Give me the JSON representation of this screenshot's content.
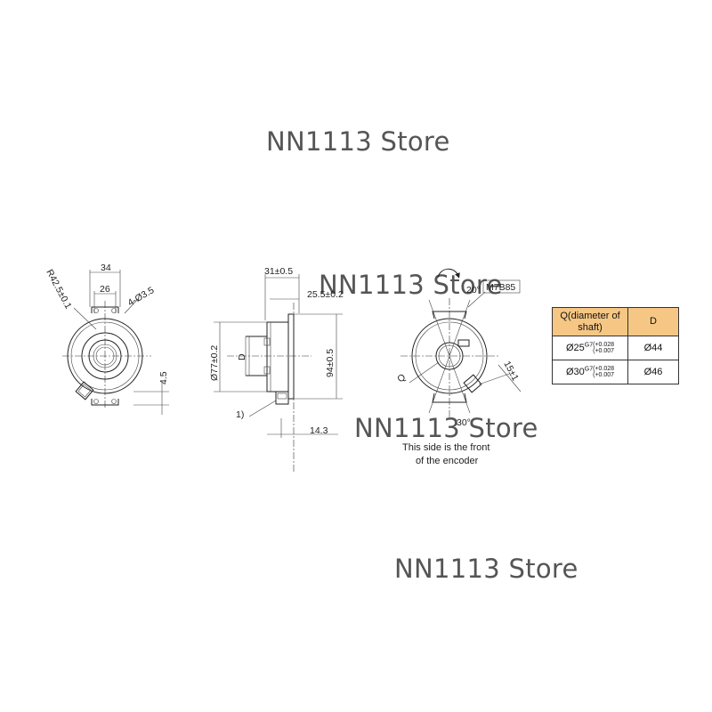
{
  "watermarks": [
    "NN1113 Store",
    "NN1113 Store",
    "NN1113 Store",
    "NN1113 Store"
  ],
  "left_view": {
    "dim_34": "34",
    "dim_26": "26",
    "radius": "R42.5±0.1",
    "holes": "4-Ø3.5",
    "dim_4_5": "4.5"
  },
  "side_view": {
    "dim_31": "31±0.5",
    "dim_25_5": "25.5±0.2",
    "dia_77": "Ø77±0.2",
    "dia_94": "94±0.5",
    "label_d": "D",
    "note_1": "1)",
    "dim_14_3": "14.3"
  },
  "front_view": {
    "angle_top": "20°",
    "screw": "M7B85",
    "label_q": "Q",
    "dim_15": "15±1",
    "angle_bottom": "30°",
    "caption_line1": "This side is the front",
    "caption_line2": "of the encoder"
  },
  "table": {
    "header_q": "Q(diameter of shaft)",
    "header_d": "D",
    "rows": [
      {
        "q": "Ø25",
        "fit": "G7",
        "tol_upper": "+0.028",
        "tol_lower": "+0.007",
        "d": "Ø44"
      },
      {
        "q": "Ø30",
        "fit": "G7",
        "tol_upper": "+0.028",
        "tol_lower": "+0.007",
        "d": "Ø46"
      }
    ]
  },
  "colors": {
    "table_header": "#f6c784",
    "watermark": "#555555",
    "line": "#222222"
  }
}
